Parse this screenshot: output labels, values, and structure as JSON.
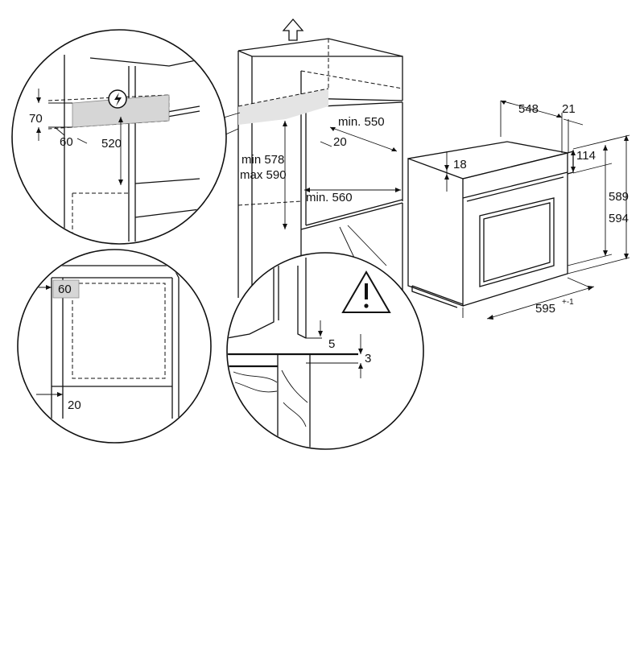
{
  "dimensions": {
    "d70": "70",
    "d60_top": "60",
    "d520": "520",
    "d60_bottom_detail": "60",
    "d20_bottom_detail": "20",
    "min578": "min 578",
    "max590": "max 590",
    "min550": "min. 550",
    "d20_cabinet": "20",
    "min560": "min. 560",
    "d5": "5",
    "d3": "3",
    "d548": "548",
    "d21": "21",
    "d18": "18",
    "d114": "114",
    "d589": "589",
    "d594": "594",
    "d595": "595",
    "d595_tolerance": "+-1"
  },
  "icons": {
    "up_arrow": "up-arrow-icon",
    "electric": "electric-connection-icon",
    "warning": "warning-triangle-icon"
  },
  "colors": {
    "line": "#111111",
    "shade": "#d6d6d6",
    "background": "#ffffff"
  }
}
